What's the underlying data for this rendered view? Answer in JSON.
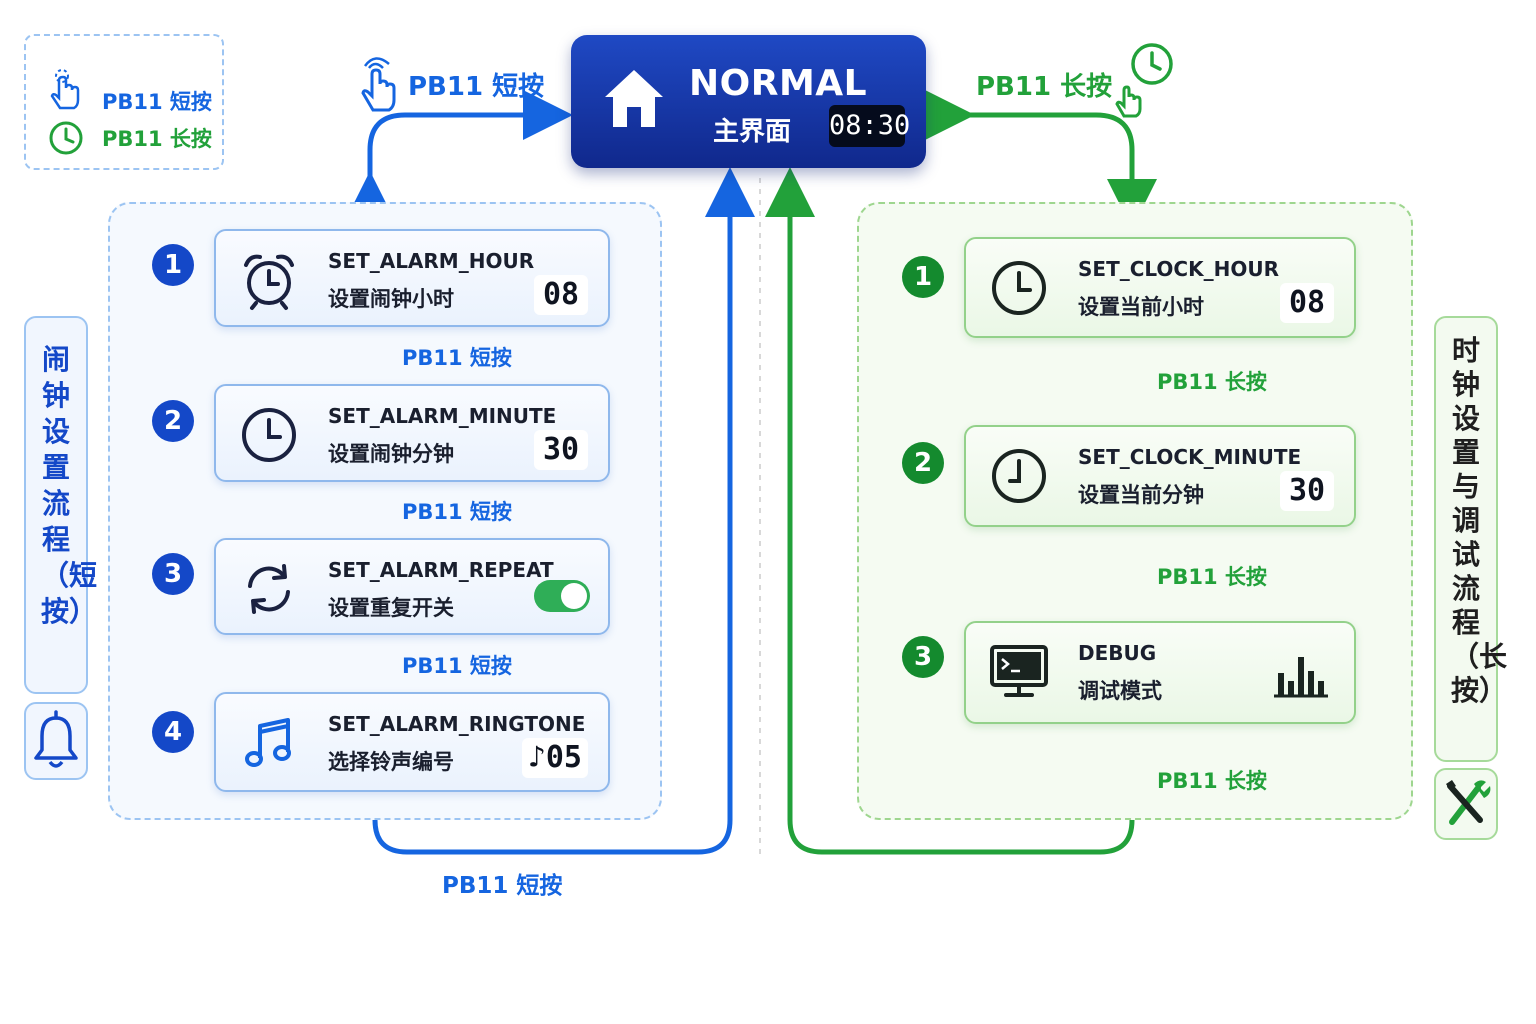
{
  "legend": {
    "short_label": "PB11 短按",
    "long_label": "PB11 长按"
  },
  "normal": {
    "title": "NORMAL",
    "subtitle": "主界面",
    "time": "08:30"
  },
  "top_labels": {
    "short": "PB11 短按",
    "long": "PB11 长按"
  },
  "alarm_flow": {
    "side_label": "闹钟设置流程（短按）",
    "steps": [
      {
        "num": "1",
        "code": "SET_ALARM_HOUR",
        "desc": "设置闹钟小时",
        "value": "08",
        "icon": "alarm-clock-icon"
      },
      {
        "num": "2",
        "code": "SET_ALARM_MINUTE",
        "desc": "设置闹钟分钟",
        "value": "30",
        "icon": "clock-icon"
      },
      {
        "num": "3",
        "code": "SET_ALARM_REPEAT",
        "desc": "设置重复开关",
        "value_toggle": "on",
        "icon": "refresh-icon"
      },
      {
        "num": "4",
        "code": "SET_ALARM_RINGTONE",
        "desc": "选择铃声编号",
        "value": "♪05",
        "icon": "music-note-icon"
      }
    ],
    "arrow_labels": [
      "PB11 短按",
      "PB11 短按",
      "PB11 短按"
    ],
    "return_label": "PB11 短按"
  },
  "clock_flow": {
    "side_label": "时钟设置与调试流程（长按）",
    "steps": [
      {
        "num": "1",
        "code": "SET_CLOCK_HOUR",
        "desc": "设置当前小时",
        "value": "08",
        "icon": "clock-icon"
      },
      {
        "num": "2",
        "code": "SET_CLOCK_MINUTE",
        "desc": "设置当前分钟",
        "value": "30",
        "icon": "clock-icon"
      },
      {
        "num": "3",
        "code": "DEBUG",
        "desc": "调试模式",
        "icon": "monitor-terminal-icon"
      }
    ],
    "arrow_labels": [
      "PB11 长按",
      "PB11 长按",
      "PB11 长按"
    ]
  },
  "colors": {
    "blue": "#1565e0",
    "green": "#22a13a",
    "navy": "#10288c"
  }
}
